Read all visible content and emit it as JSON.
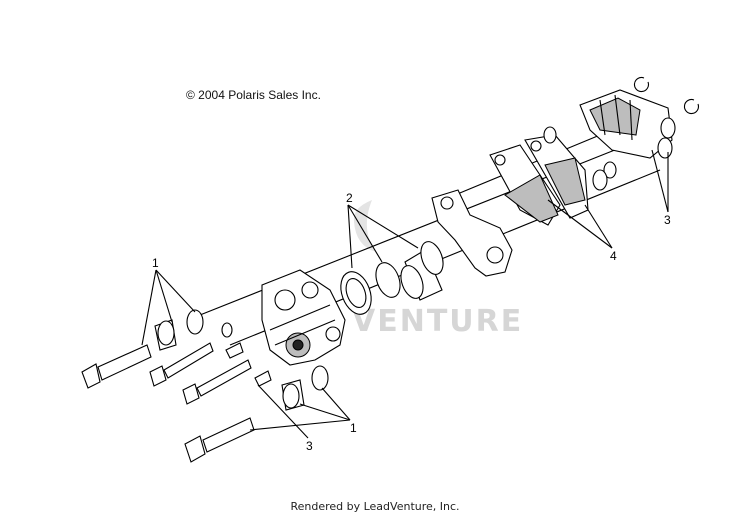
{
  "copyright": "© 2004 Polaris Sales Inc.",
  "watermark": "VENTURE",
  "credit": "Rendered by LeadVenture, Inc.",
  "callouts": {
    "c1_left": "1",
    "c1_bottom": "1",
    "c2": "2",
    "c3_right": "3",
    "c3_bottom": "3",
    "c4": "4"
  }
}
